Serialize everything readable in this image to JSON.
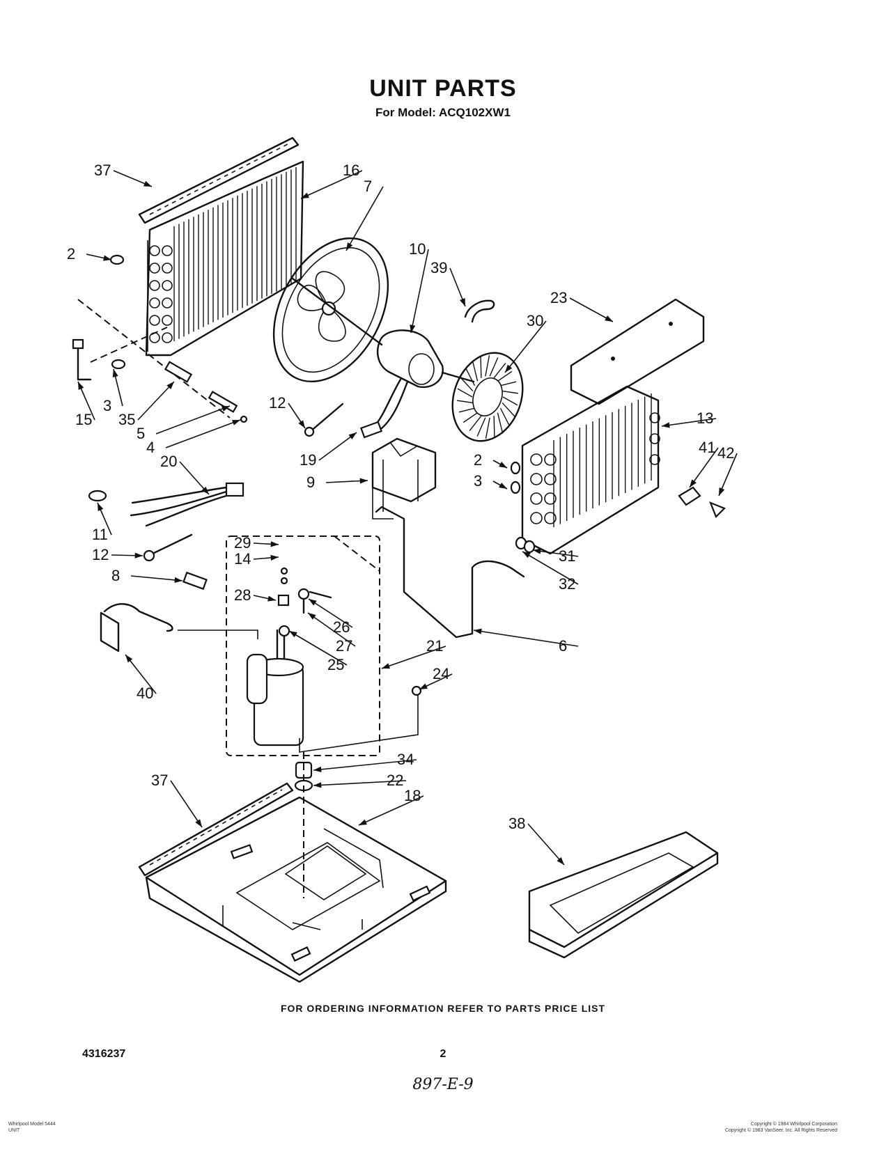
{
  "header": {
    "title": "UNIT PARTS",
    "model": "For Model: ACQ102XW1"
  },
  "callouts": [
    {
      "label": "37"
    },
    {
      "label": "16"
    },
    {
      "label": "7"
    },
    {
      "label": "2"
    },
    {
      "label": "10"
    },
    {
      "label": "39"
    },
    {
      "label": "23"
    },
    {
      "label": "30"
    },
    {
      "label": "15"
    },
    {
      "label": "3"
    },
    {
      "label": "35"
    },
    {
      "label": "5"
    },
    {
      "label": "4"
    },
    {
      "label": "12"
    },
    {
      "label": "19"
    },
    {
      "label": "13"
    },
    {
      "label": "9"
    },
    {
      "label": "2"
    },
    {
      "label": "41"
    },
    {
      "label": "42"
    },
    {
      "label": "3"
    },
    {
      "label": "20"
    },
    {
      "label": "11"
    },
    {
      "label": "12"
    },
    {
      "label": "31"
    },
    {
      "label": "29"
    },
    {
      "label": "14"
    },
    {
      "label": "32"
    },
    {
      "label": "8"
    },
    {
      "label": "28"
    },
    {
      "label": "26"
    },
    {
      "label": "27"
    },
    {
      "label": "6"
    },
    {
      "label": "21"
    },
    {
      "label": "25"
    },
    {
      "label": "24"
    },
    {
      "label": "40"
    },
    {
      "label": "34"
    },
    {
      "label": "22"
    },
    {
      "label": "37"
    },
    {
      "label": "18"
    },
    {
      "label": "38"
    }
  ],
  "footer": {
    "ordering_note": "FOR ORDERING INFORMATION REFER TO PARTS PRICE LIST",
    "doc_number": "4316237",
    "page_number": "2",
    "handwritten": "897-E-9",
    "fine_left": [
      "Whirlpool Model 5444",
      "UNIT"
    ],
    "fine_right": [
      "Copyright © 1984 Whirlpool Corporation",
      "Copyright © 1983 VanSeer, Inc. All Rights Reserved"
    ]
  }
}
